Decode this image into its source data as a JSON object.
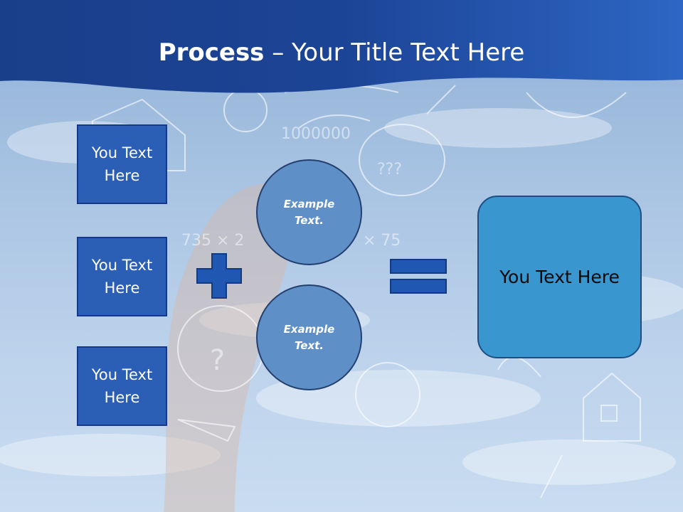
{
  "slide": {
    "title_bold": "Process",
    "title_rest": " – Your Title Text Here",
    "left_boxes": [
      "You Text Here",
      "You Text Here",
      "You Text Here"
    ],
    "circles": [
      "Example Text.",
      "Example Text."
    ],
    "result_box": "You Text Here"
  },
  "colors": {
    "header": "#1e4fa3",
    "box_fill": "#2b5fb5",
    "circle_fill": "#5f8fc7",
    "result_fill": "#3a96cf",
    "symbol_fill": "#1f57b2"
  },
  "icons": [
    "plus-icon",
    "equals-icon"
  ]
}
